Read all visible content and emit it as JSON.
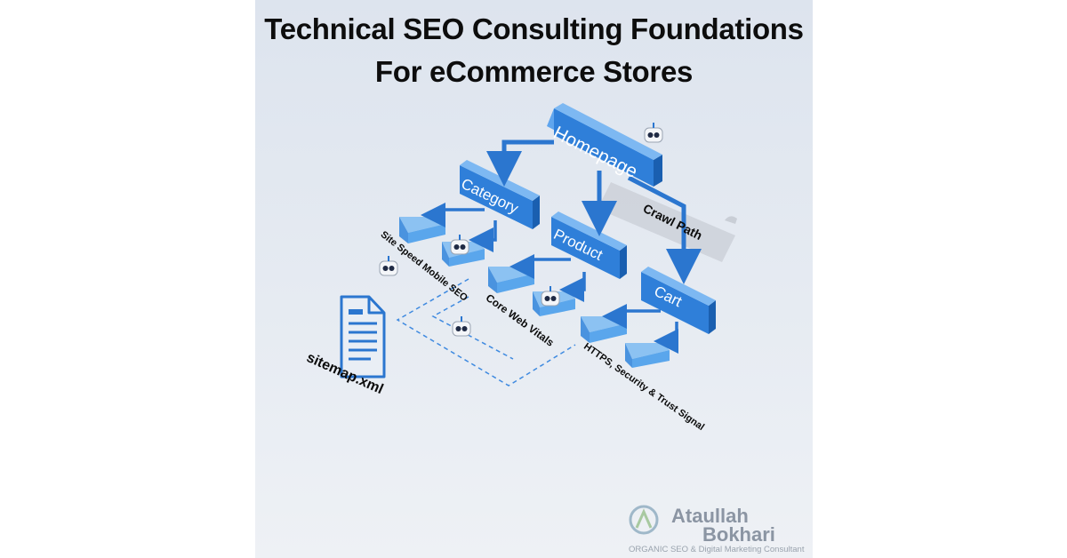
{
  "title": {
    "line1": "Technical SEO Consulting Foundations",
    "line2": "For eCommerce Stores"
  },
  "nodes": {
    "homepage": "Homepage",
    "category": "Category",
    "product": "Product",
    "cart": "Cart"
  },
  "labels": {
    "crawl_path": "Crawl Path",
    "site_speed": "Site Speed Mobile SEO",
    "core_web_vitals": "Core Web Vitals",
    "https": "HTTPS, Security & Trust Signal",
    "sitemap": "sitemap.xml"
  },
  "branding": {
    "name_line1": "Ataullah",
    "name_line2": "Bokhari",
    "tagline": "ORGANIC SEO & Digital Marketing Consultant"
  },
  "colors": {
    "node_blue": "#2f7fd9",
    "node_side": "#1a5fb0",
    "leaf_blue": "#5aa6ec",
    "arrow_blue": "#2b76cf",
    "dashed": "#3f8ae0"
  }
}
